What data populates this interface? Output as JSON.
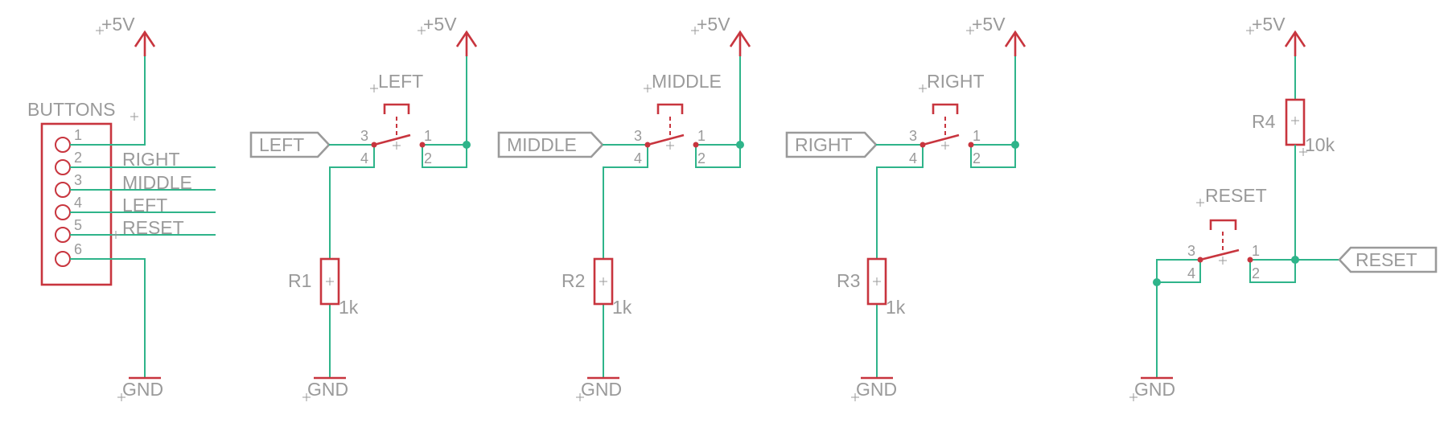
{
  "connector": {
    "name": "BUTTONS",
    "pins": [
      "1",
      "2",
      "3",
      "4",
      "5",
      "6"
    ],
    "nets": [
      "RIGHT",
      "MIDDLE",
      "LEFT",
      "RESET"
    ]
  },
  "supply": "+5V",
  "ground": "GND",
  "switches": [
    {
      "label": "LEFT",
      "port": "LEFT",
      "resistor": "R1",
      "value": "1k"
    },
    {
      "label": "MIDDLE",
      "port": "MIDDLE",
      "resistor": "R2",
      "value": "1k"
    },
    {
      "label": "RIGHT",
      "port": "RIGHT",
      "resistor": "R3",
      "value": "1k"
    }
  ],
  "switch_pins": [
    "3",
    "1",
    "4",
    "2"
  ],
  "reset": {
    "label": "RESET",
    "port": "RESET",
    "resistor": "R4",
    "value": "10k"
  }
}
